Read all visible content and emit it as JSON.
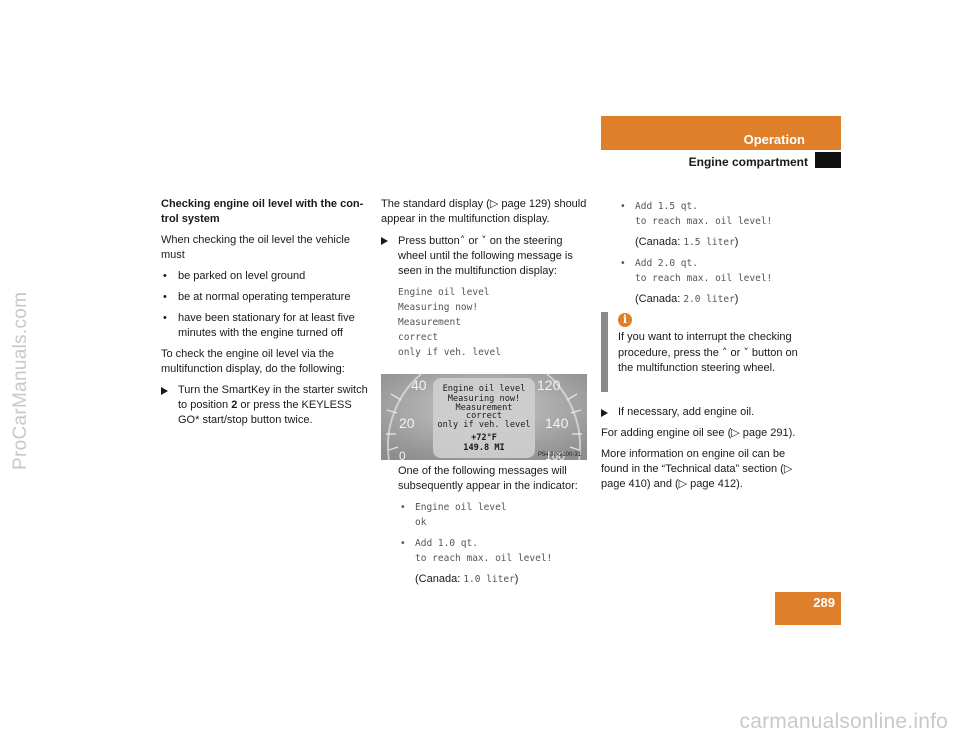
{
  "watermark_side": "ProCarManuals.com",
  "watermark_bottom": "carmanualsonline.info",
  "header": {
    "title": "Operation",
    "subtitle": "Engine compartment"
  },
  "page_number": "289",
  "col1": {
    "heading": "Checking engine oil level with the con-trol system",
    "intro": "When checking the oil level the vehicle must",
    "bullets": [
      "be parked on level ground",
      "be at normal operating temperature",
      "have been stationary for at least five minutes with the engine turned off"
    ],
    "to_check": "To check the engine oil level via the multifunction display, do the following:",
    "step1_a": "Turn the SmartKey in the starter switch to position ",
    "step1_pos": "2",
    "step1_b": " or press the KEYLESS GO* start/stop button twice."
  },
  "col2": {
    "standard": "The standard display (▷ page 129) should appear in the multifunction display.",
    "press_a": "Press button",
    "press_or": " or ",
    "press_b": " on the steering wheel until the following message is seen in the multifunction display:",
    "key_up": "˄",
    "key_down": "˅",
    "display_lines": [
      "Engine oil level",
      "Measuring now!",
      "Measurement",
      "correct",
      "only if veh. level"
    ],
    "figure": {
      "ticks": [
        "40",
        "120",
        "20",
        "140",
        "0",
        "160"
      ],
      "screen_lines": [
        "Engine oil level",
        "Measuring now!",
        "Measurement",
        "correct",
        "only if veh. level"
      ],
      "temp": "+72°F",
      "odo": "149.8 MI",
      "ref": "P54 32-2100-31"
    },
    "subsequent": "One of the following messages will subsequently appear in the indicator:",
    "msg1": [
      "Engine oil level",
      "ok"
    ],
    "msg2": [
      "Add 1.0 qt.",
      "to reach max. oil level!"
    ],
    "canada_label": "(Canada: ",
    "canada_close": ")",
    "canada1": "1.0 liter"
  },
  "col3": {
    "msg3": [
      "Add 1.5 qt.",
      "to reach max. oil level!"
    ],
    "canada3": "1.5 liter",
    "msg4": [
      "Add 2.0 qt.",
      "to reach max. oil level!"
    ],
    "canada4": "2.0 liter",
    "info_icon": "i",
    "info_a": "If you want to interrupt the checking procedure, press the ",
    "info_or": " or ",
    "info_b": " button on the multifunction steering wheel.",
    "step_add": "If necessary, add engine oil.",
    "oil_see": "For adding engine oil see (▷ page 291).",
    "more_info": "More information on engine oil can be found in the “Technical data” section (▷ page 410) and (▷ page 412)."
  }
}
